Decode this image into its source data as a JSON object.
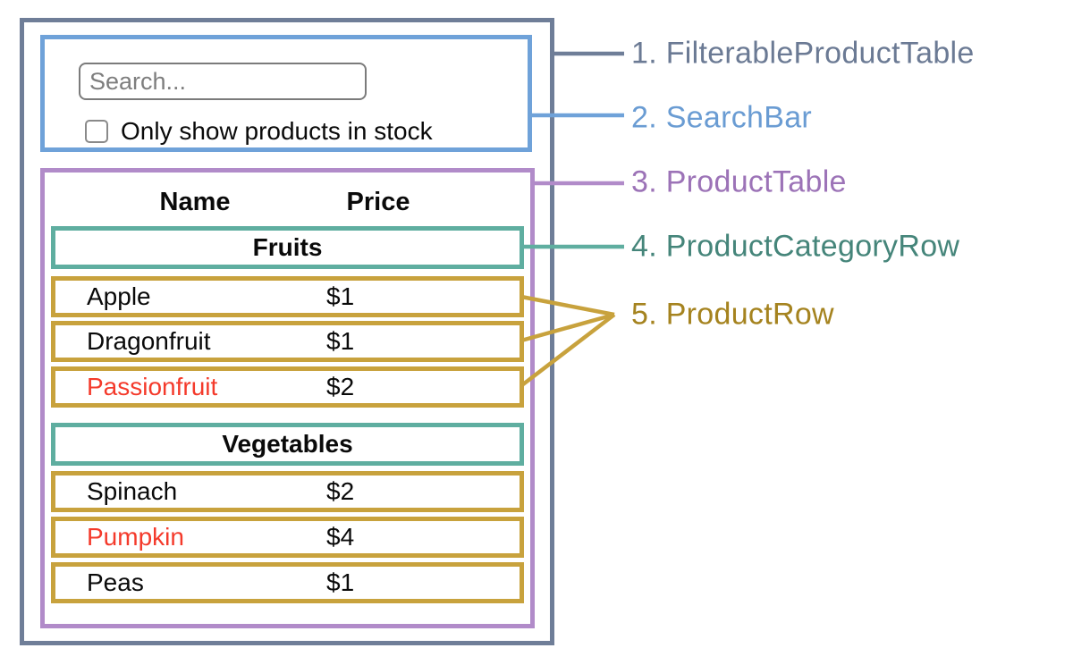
{
  "search_bar": {
    "placeholder": "Search...",
    "checkbox_label": "Only show products in stock",
    "checkbox_checked": false
  },
  "product_table": {
    "name_header": "Name",
    "price_header": "Price",
    "rows": [
      {
        "type": "category",
        "label": "Fruits"
      },
      {
        "type": "product",
        "name": "Apple",
        "price": "$1",
        "in_stock": true
      },
      {
        "type": "product",
        "name": "Dragonfruit",
        "price": "$1",
        "in_stock": true
      },
      {
        "type": "product",
        "name": "Passionfruit",
        "price": "$2",
        "in_stock": false
      },
      {
        "type": "category",
        "label": "Vegetables"
      },
      {
        "type": "product",
        "name": "Spinach",
        "price": "$2",
        "in_stock": true
      },
      {
        "type": "product",
        "name": "Pumpkin",
        "price": "$4",
        "in_stock": false
      },
      {
        "type": "product",
        "name": "Peas",
        "price": "$1",
        "in_stock": true
      }
    ]
  },
  "legend": [
    {
      "label": "1. FilterableProductTable"
    },
    {
      "label": "2. SearchBar"
    },
    {
      "label": "3. ProductTable"
    },
    {
      "label": "4. ProductCategoryRow"
    },
    {
      "label": "5. ProductRow"
    }
  ],
  "colors": {
    "frame_border": "#6F7E98",
    "search_bar_border": "#6FA2D9",
    "product_table_border": "#B18BC9",
    "category_row_border": "#5FAEA0",
    "product_row_border": "#C8A23D",
    "out_of_stock": "#F43A2B",
    "input_border": "#7B7B7B",
    "placeholder_text": "#7E7E7E",
    "body_text": "#0A0A0A",
    "legend_1": "#6B7A94",
    "legend_2": "#6A9CD3",
    "legend_3": "#9C73B7",
    "legend_4": "#45857A",
    "legend_5": "#A5831F"
  }
}
